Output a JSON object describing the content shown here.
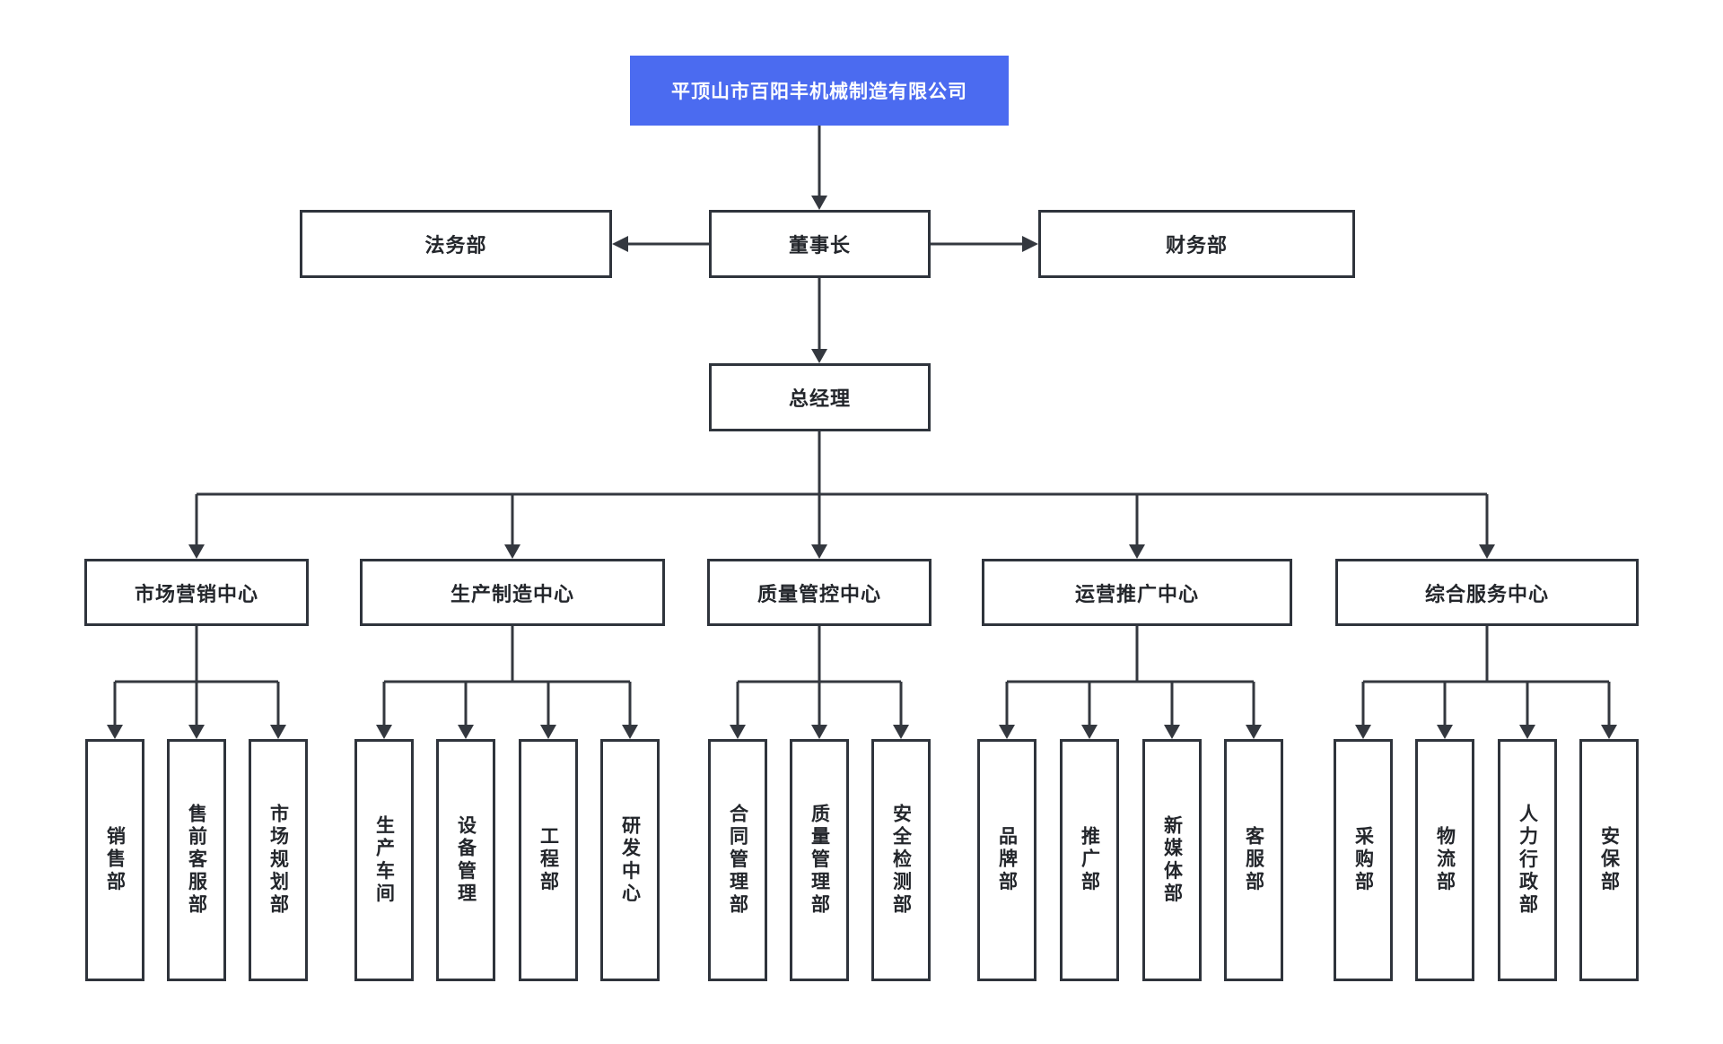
{
  "org": {
    "company": "平顶山市百阳丰机械制造有限公司",
    "level2": {
      "legal": "法务部",
      "chairman": "董事长",
      "finance": "财务部"
    },
    "level3": {
      "general_manager": "总经理"
    },
    "centers": [
      {
        "label": "市场营销中心",
        "departments": [
          "销售部",
          "售前客服部",
          "市场规划部"
        ]
      },
      {
        "label": "生产制造中心",
        "departments": [
          "生产车间",
          "设备管理",
          "工程部",
          "研发中心"
        ]
      },
      {
        "label": "质量管控中心",
        "departments": [
          "合同管理部",
          "质量管理部",
          "安全检测部"
        ]
      },
      {
        "label": "运营推广中心",
        "departments": [
          "品牌部",
          "推广部",
          "新媒体部",
          "客服部"
        ]
      },
      {
        "label": "综合服务中心",
        "departments": [
          "采购部",
          "物流部",
          "人力行政部",
          "安保部"
        ]
      }
    ]
  },
  "colors": {
    "accent_blue": "#4b6bf0",
    "box_border": "#2f343c",
    "connector_line": "#34383f",
    "text_dark": "#23262b",
    "title_text": "#ffffff",
    "background": "#ffffff"
  }
}
